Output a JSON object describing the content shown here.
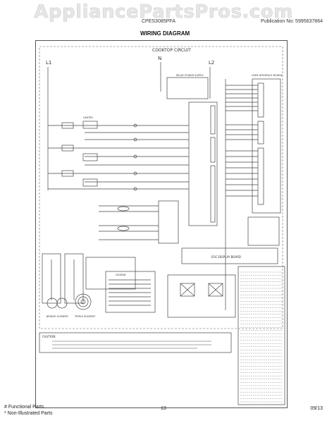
{
  "header": {
    "watermark": "AppliancePartsPros.com",
    "model": "CPES3085PFA",
    "publication": "Publication No: 5995637864",
    "title": "WIRING DIAGRAM"
  },
  "diagram": {
    "circuit_title": "COOKTOP CIRCUIT",
    "line_labels": {
      "l1": "L1",
      "l2": "L2",
      "n": "N"
    },
    "board_labels": {
      "relay": "RELAY POWER SUPPLY",
      "user_interface": "USER INTERFACE BOARD",
      "display": "EOC-DISPLAY BOARD"
    },
    "component_labels": {
      "limiter": "LIMITER",
      "legend": "LEGEND",
      "bridge": "BRIDGE ELEMENT",
      "triple": "TRIPLE ELEMENT"
    },
    "caution_title": "CAUTION:"
  },
  "footer": {
    "functional": "# Functional Parts",
    "non_illustrated": "* Non-Illustrated Parts",
    "page": "13",
    "date": "09/13"
  }
}
